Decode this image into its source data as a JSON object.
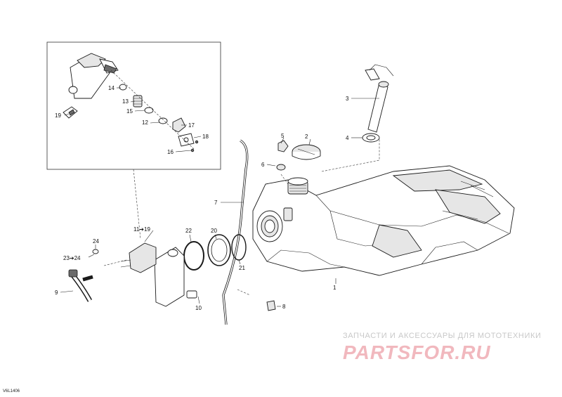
{
  "callouts": [
    {
      "id": "l1",
      "text": "1"
    },
    {
      "id": "l2",
      "text": "2"
    },
    {
      "id": "l3",
      "text": "3"
    },
    {
      "id": "l4",
      "text": "4"
    },
    {
      "id": "l5",
      "text": "5"
    },
    {
      "id": "l6",
      "text": "6"
    },
    {
      "id": "l7",
      "text": "7"
    },
    {
      "id": "l8",
      "text": "8"
    },
    {
      "id": "l9",
      "text": "9"
    },
    {
      "id": "l10",
      "text": "10"
    },
    {
      "id": "l11",
      "text": "11➔19"
    },
    {
      "id": "l12",
      "text": "12"
    },
    {
      "id": "l13",
      "text": "13"
    },
    {
      "id": "l14",
      "text": "14"
    },
    {
      "id": "l15",
      "text": "15"
    },
    {
      "id": "l16",
      "text": "16"
    },
    {
      "id": "l17",
      "text": "17"
    },
    {
      "id": "l18",
      "text": "18"
    },
    {
      "id": "l19",
      "text": "19"
    },
    {
      "id": "l20",
      "text": "20"
    },
    {
      "id": "l21",
      "text": "21"
    },
    {
      "id": "l22",
      "text": "22"
    },
    {
      "id": "l23",
      "text": "23➔24"
    },
    {
      "id": "l24",
      "text": "24"
    }
  ],
  "watermark": {
    "tagline": "ЗАПЧАСТИ И АКСЕССУАРЫ ДЛЯ МОТОТЕХНИКИ",
    "logo": "PARTSFOR.RU"
  },
  "drawing_code": "V6L1406"
}
